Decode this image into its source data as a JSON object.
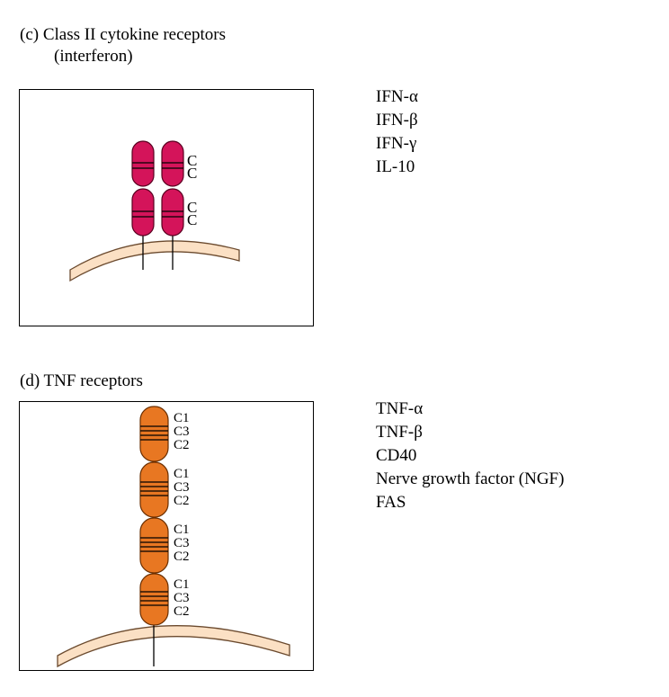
{
  "panel_c": {
    "heading_line1": "(c) Class II cytokine receptors",
    "heading_line2": "(interferon)",
    "domain_labels": [
      "C",
      "C",
      "C",
      "C"
    ],
    "ligands": [
      "IFN-α",
      "IFN-β",
      "IFN-γ",
      "IL-10"
    ],
    "receptor_color": "#d4145a",
    "membrane_color": "#fbe0c4"
  },
  "panel_d": {
    "heading": "(d) TNF receptors",
    "domain_labels": [
      "C1",
      "C3",
      "C2",
      "C1",
      "C3",
      "C2",
      "C1",
      "C3",
      "C2",
      "C1",
      "C3",
      "C2"
    ],
    "ligands": [
      "TNF-α",
      "TNF-β",
      "CD40",
      "Nerve growth factor (NGF)",
      "FAS"
    ],
    "receptor_color": "#e87722",
    "membrane_color": "#fbe0c4"
  }
}
